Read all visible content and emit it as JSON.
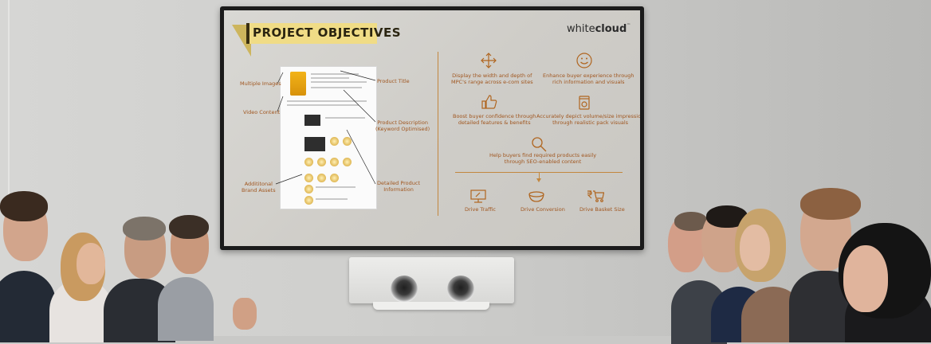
{
  "slide": {
    "title": "PROJECT OBJECTIVES",
    "brand": {
      "prefix": "white",
      "bold": "cloud",
      "mark": "™"
    },
    "callouts": {
      "multiple_images": "Multiple Images",
      "video_content": "Video Content",
      "additional_assets_1": "Addititonal",
      "additional_assets_2": "Brand Assets",
      "product_title": "Product Title",
      "product_description_1": "Product Description",
      "product_description_2": "(Keyword Optimised)",
      "detailed_info_1": "Detailed Product",
      "detailed_info_2": "Information"
    },
    "objectives": [
      {
        "icon": "move-arrows-icon",
        "line1": "Display the width and depth of",
        "line2": "MPC's range across e-com sites"
      },
      {
        "icon": "smiley-icon",
        "line1": "Enhance buyer experience through",
        "line2": "rich information and visuals"
      },
      {
        "icon": "thumbs-up-icon",
        "line1": "Boost buyer confidence through",
        "line2": "detailed features & benefits"
      },
      {
        "icon": "product-pack-icon",
        "line1": "Accurately depict volume/size impression",
        "line2": "through realistic pack visuals"
      },
      {
        "icon": "magnifier-icon",
        "line1": "Help buyers find required products easily",
        "line2": "through SEO-enabled content"
      }
    ],
    "outcomes": [
      {
        "icon": "monitor-icon",
        "label": "Drive Traffic"
      },
      {
        "icon": "bowl-icon",
        "label": "Drive Conversion"
      },
      {
        "icon": "rupee-cart-icon",
        "label": "Drive Basket Size"
      }
    ],
    "accent_color": "#a0561f"
  }
}
